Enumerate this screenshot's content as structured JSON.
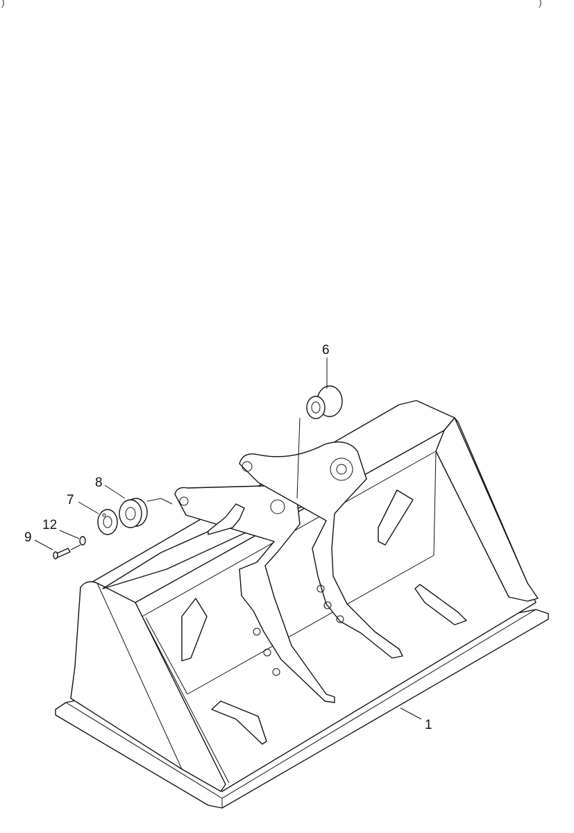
{
  "corner_marks": {
    "left": ")",
    "right": ")"
  },
  "callouts": [
    {
      "id": "callout-6",
      "label": "6",
      "part": "bushing"
    },
    {
      "id": "callout-8",
      "label": "8",
      "part": "shim-pack"
    },
    {
      "id": "callout-7",
      "label": "7",
      "part": "retaining-plate"
    },
    {
      "id": "callout-12",
      "label": "12",
      "part": "lock-washer"
    },
    {
      "id": "callout-9",
      "label": "9",
      "part": "bolt"
    },
    {
      "id": "callout-1",
      "label": "1",
      "part": "bucket"
    }
  ]
}
